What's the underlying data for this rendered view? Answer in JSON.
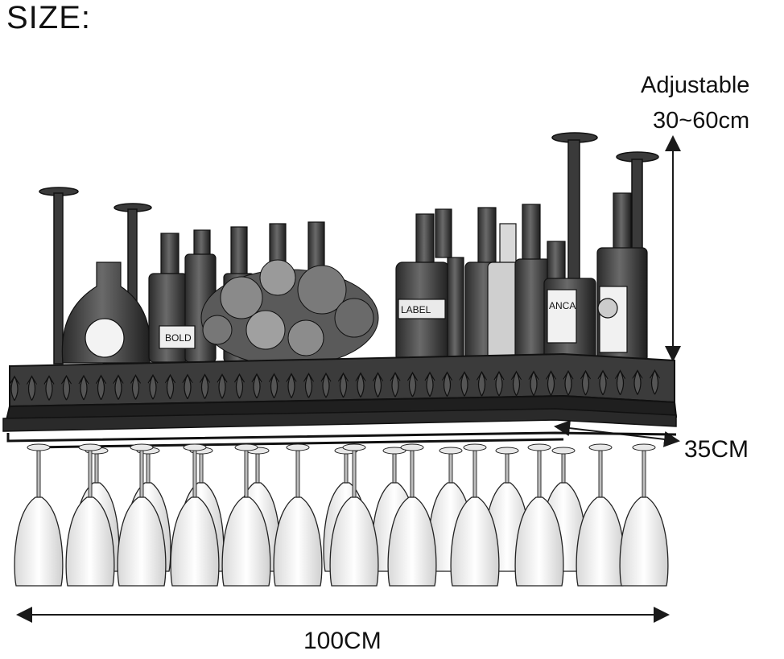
{
  "heading": "SIZE:",
  "dimensions": {
    "height_label_line1": "Adjustable",
    "height_label_line2": "30~60cm",
    "depth_label": "35CM",
    "width_label": "100CM"
  },
  "bottle_labels": [
    "BOLD",
    "LABEL",
    "ANCA"
  ],
  "colors": {
    "ink": "#1a1a1a",
    "metal": "#3a3a3a",
    "glass": "#f2f2f2"
  }
}
